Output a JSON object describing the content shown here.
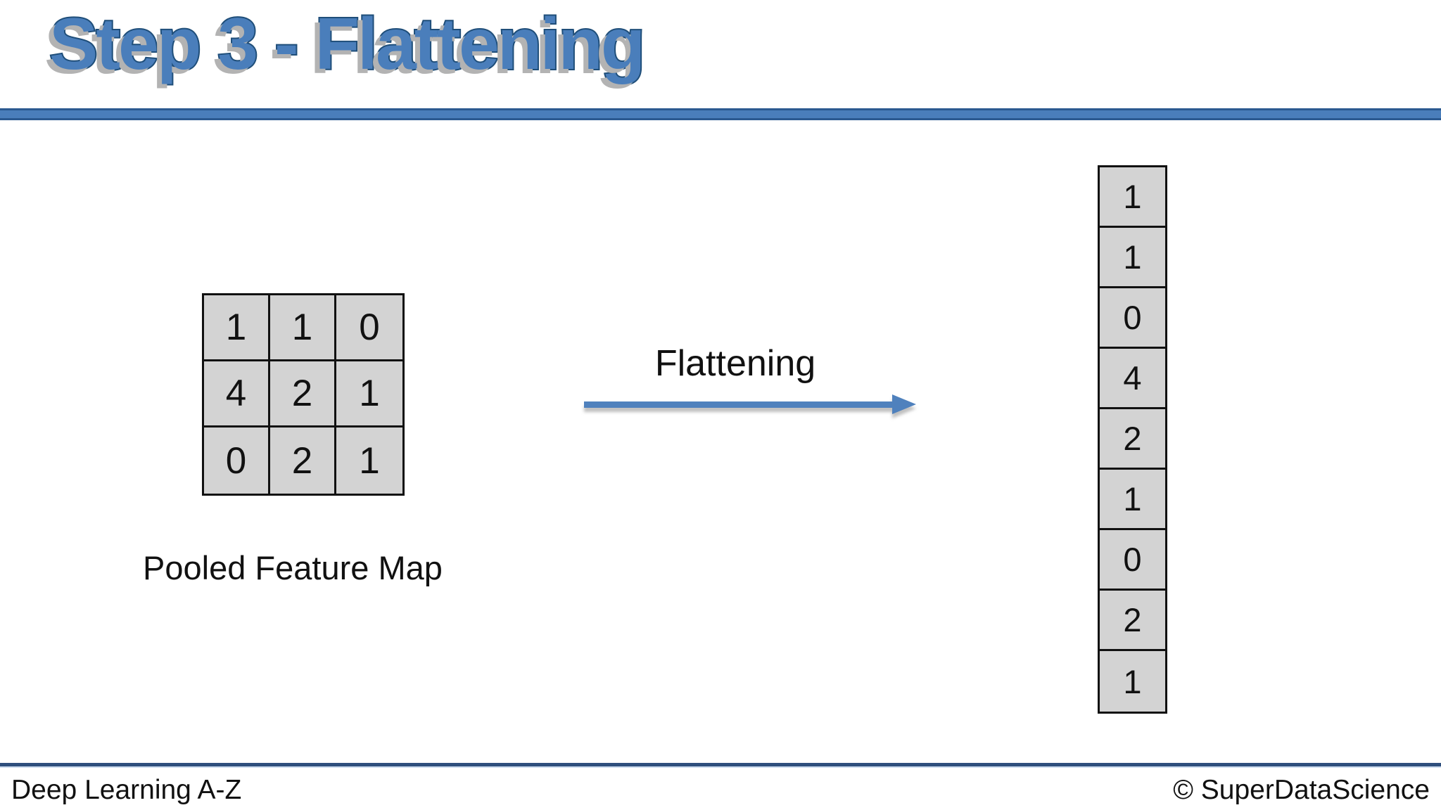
{
  "slide": {
    "title": "Step 3 - Flattening",
    "footer_left": "Deep Learning A-Z",
    "footer_right": "© SuperDataScience"
  },
  "diagram": {
    "matrix_label": "Pooled Feature Map",
    "arrow_label": "Flattening",
    "matrix": {
      "rows": [
        [
          1,
          1,
          0
        ],
        [
          4,
          2,
          1
        ],
        [
          0,
          2,
          1
        ]
      ]
    },
    "vector": [
      1,
      1,
      0,
      4,
      2,
      1,
      0,
      2,
      1
    ]
  },
  "colors": {
    "accent_blue": "#4a7ebb",
    "accent_dark_blue": "#1f4e79",
    "bar_border_blue": "#2b5990",
    "arrow_blue": "#4f81bd",
    "footer_line_navy": "#2f4f7d",
    "cell_fill_gray": "#d3d3d3",
    "cell_border_black": "#111111",
    "text_black": "#111111"
  }
}
